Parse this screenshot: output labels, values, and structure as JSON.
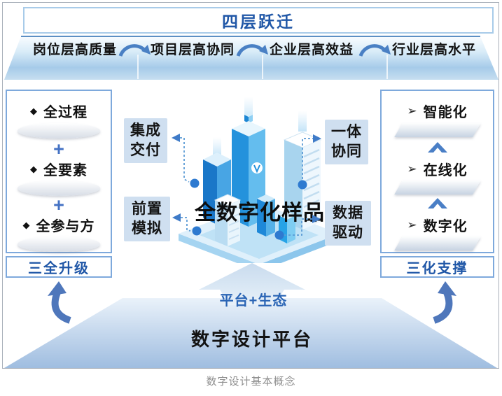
{
  "header": {
    "title": "四层跃迁"
  },
  "leap_bar": {
    "segments": [
      "岗位层高质量",
      "项目层高协同",
      "企业层高效益",
      "行业层高水平"
    ]
  },
  "left_panel": {
    "items": [
      {
        "bullet": "◆",
        "label": "全过程"
      },
      {
        "bullet": "◆",
        "label": "全要素"
      },
      {
        "bullet": "◆",
        "label": "全参与方"
      }
    ],
    "plus_symbol": "+",
    "footer": "三全升级"
  },
  "right_panel": {
    "items": [
      {
        "bullet": "➢",
        "label": "智能化"
      },
      {
        "bullet": "➢",
        "label": "在线化"
      },
      {
        "bullet": "➢",
        "label": "数字化"
      }
    ],
    "footer": "三化支撑"
  },
  "center": {
    "label": "全数字化样品",
    "callouts": [
      {
        "line1": "集成",
        "line2": "交付"
      },
      {
        "line1": "前置",
        "line2": "模拟"
      },
      {
        "line1": "一体",
        "line2": "协同"
      },
      {
        "line1": "数据",
        "line2": "驱动"
      }
    ]
  },
  "platform": {
    "arrow_label": "平台+生态",
    "label": "数字设计平台"
  },
  "caption": "数字设计基本概念",
  "colors": {
    "accent_blue": "#2057a7",
    "arc_arrow": "#4a80c4",
    "dashed_line": "#5b9bd5",
    "dot": "#2e7ad0",
    "callout_bg": "#cfdff0",
    "panel_border": "#7ea9dc"
  }
}
